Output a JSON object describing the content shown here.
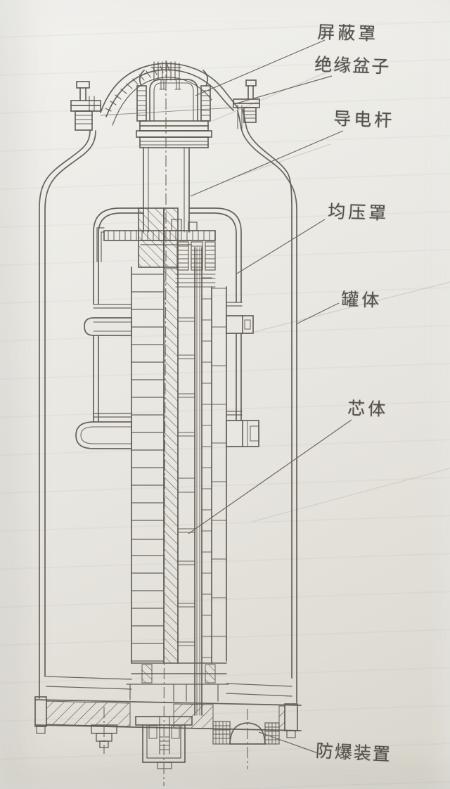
{
  "figure": {
    "kind": "engineering-cross-section-scan",
    "labels": {
      "shield_cover": "屏蔽罩",
      "insulating_basin": "绝缘盆子",
      "conductive_rod": "导电杆",
      "grading_shield": "均压罩",
      "tank_body": "罐体",
      "core_body": "芯体",
      "explosion_proof": "防爆装置"
    },
    "colors": {
      "paper": "#e9e6e0",
      "ink": "#5c574e",
      "label_ink": "#55504a",
      "leader_ink": "#6f6a60"
    }
  }
}
